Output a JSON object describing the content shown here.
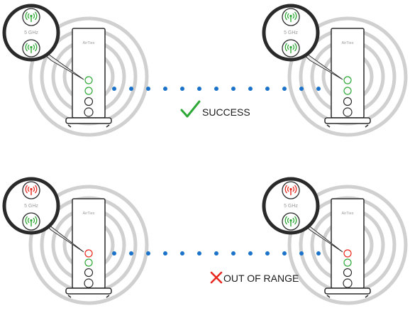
{
  "brand": "AirTies",
  "band_label": "5 GHz",
  "colors": {
    "ok": "#2ea836",
    "error": "#e8281e",
    "link_dot": "#1a73c9",
    "ring": "#d0d0d0",
    "device_stroke": "#2a2a2a"
  },
  "scenarios": [
    {
      "name": "success",
      "status_label": "SUCCESS",
      "status_icon": "checkmark-icon",
      "band_5ghz_state": "ok",
      "band_2ghz_state": "ok",
      "link_dots": 13
    },
    {
      "name": "out-of-range",
      "status_label": "OUT OF RANGE",
      "status_icon": "cross-icon",
      "band_5ghz_state": "error",
      "band_2ghz_state": "ok",
      "link_dots": 13
    }
  ]
}
